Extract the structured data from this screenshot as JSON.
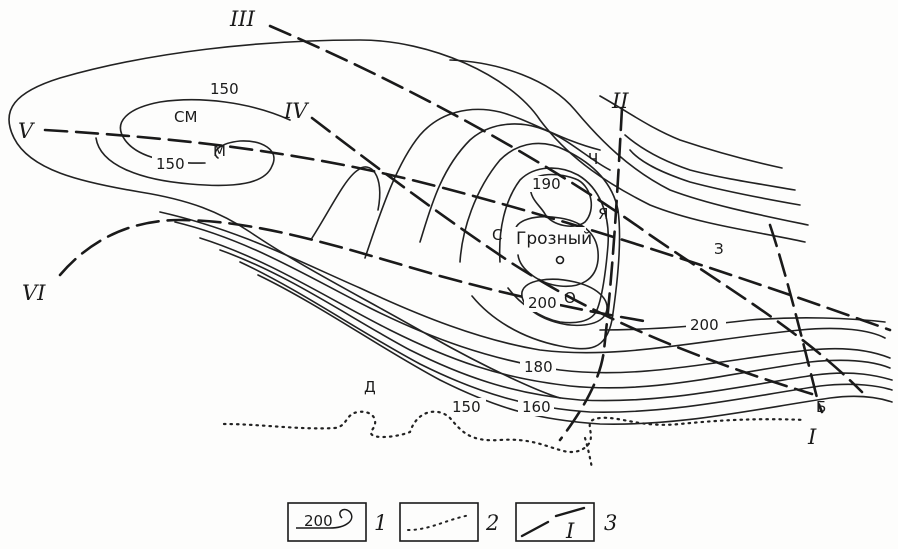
{
  "contour_labels": {
    "c150_top": "150",
    "c150_inner": "150",
    "c190": "190",
    "c200_south": "200",
    "c200_east": "200",
    "c180": "180",
    "c160": "160",
    "c150_south": "150"
  },
  "place_labels": {
    "city": "Грозный",
    "sm": "СМ",
    "m": "М",
    "ch": "Ч",
    "ya": "Я",
    "s": "С",
    "o": "О",
    "z": "З",
    "d": "Д",
    "b": "Б"
  },
  "profile_labels": {
    "p1": "I",
    "p2": "II",
    "p3": "III",
    "p4": "IV",
    "p5": "V",
    "p6": "VI"
  },
  "legend": {
    "item1_sample": "200",
    "item1_num": "1",
    "item2_num": "2",
    "item3_sample": "I",
    "item3_num": "3"
  }
}
